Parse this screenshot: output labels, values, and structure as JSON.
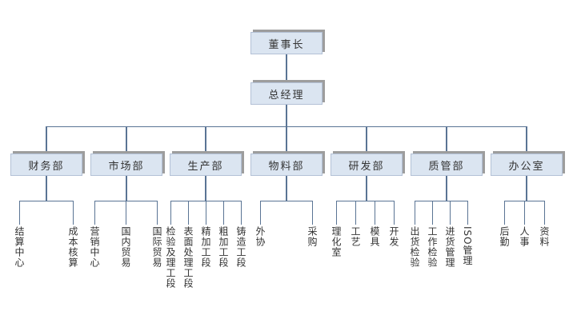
{
  "diagram": {
    "type": "org-chart",
    "orientation": "top-down",
    "nodes": {
      "chairman": {
        "label": "董事长"
      },
      "general_manager": {
        "label": "总经理"
      },
      "departments": [
        {
          "label": "财务部",
          "children": [
            "结算中心",
            "成本核算"
          ]
        },
        {
          "label": "市场部",
          "children": [
            "营销中心",
            "国内贸易",
            "国际贸易"
          ]
        },
        {
          "label": "生产部",
          "children": [
            "检验及理工段",
            "表面处理工段",
            "精加工段",
            "粗加工段",
            "铸造工段"
          ]
        },
        {
          "label": "物料部",
          "children": [
            "外协",
            "采购"
          ]
        },
        {
          "label": "研发部",
          "children": [
            "理化室",
            "工艺",
            "模具",
            "开发"
          ]
        },
        {
          "label": "质管部",
          "children": [
            "出货检验",
            "工作检验",
            "进货管理",
            "ISO管理"
          ]
        },
        {
          "label": "办公室",
          "children": [
            "后勤",
            "人事",
            "资料"
          ]
        }
      ]
    },
    "colors": {
      "page_bg": "#ffffff",
      "box_fill": "#dbe5f1",
      "box_border": "#b3c1d6",
      "box_shadow": "#9d9d9d",
      "connector": "#5a7494",
      "text": "#333333"
    }
  }
}
